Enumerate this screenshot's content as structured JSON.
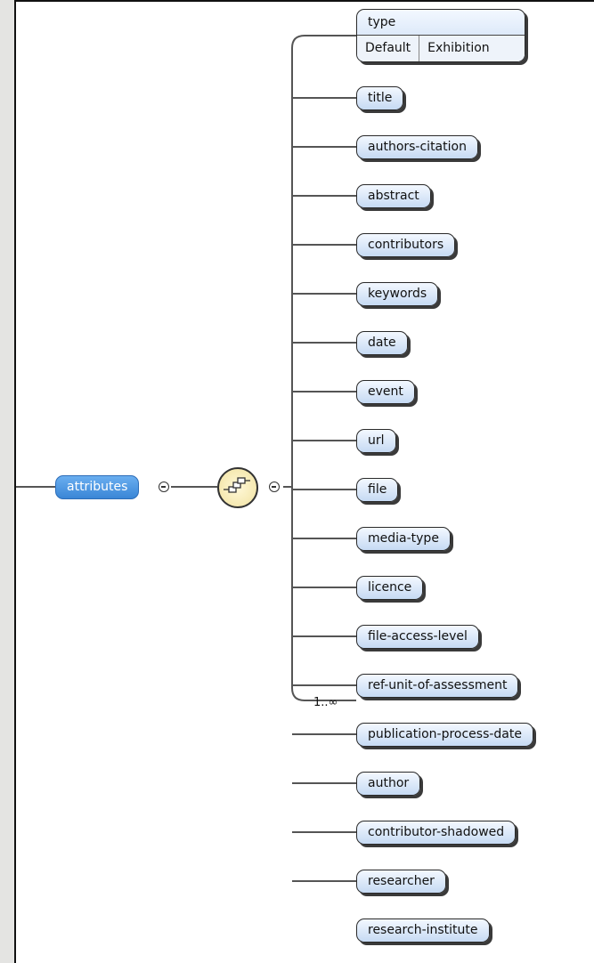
{
  "root": {
    "label": "attributes"
  },
  "type_element": {
    "label": "type",
    "values": [
      "Default",
      "Exhibition"
    ]
  },
  "children": [
    {
      "label": "title"
    },
    {
      "label": "authors-citation"
    },
    {
      "label": "abstract"
    },
    {
      "label": "contributors"
    },
    {
      "label": "keywords"
    },
    {
      "label": "date"
    },
    {
      "label": "event"
    },
    {
      "label": "url"
    },
    {
      "label": "file"
    },
    {
      "label": "media-type"
    },
    {
      "label": "licence"
    },
    {
      "label": "file-access-level"
    },
    {
      "label": "ref-unit-of-assessment"
    },
    {
      "label": "publication-process-date"
    },
    {
      "label": "author"
    },
    {
      "label": "contributor-shadowed",
      "cardinality": "1..∞"
    },
    {
      "label": "researcher"
    },
    {
      "label": "research-institute"
    }
  ],
  "colors": {
    "selected_node": "#3a86d6",
    "node_fill": "#c6daf3",
    "compositor_fill": "#f1e2a0",
    "frame": "#e4e4e2"
  },
  "icons": {
    "compositor": "sequence-compositor-icon",
    "collapse": "collapse-minus-icon"
  }
}
